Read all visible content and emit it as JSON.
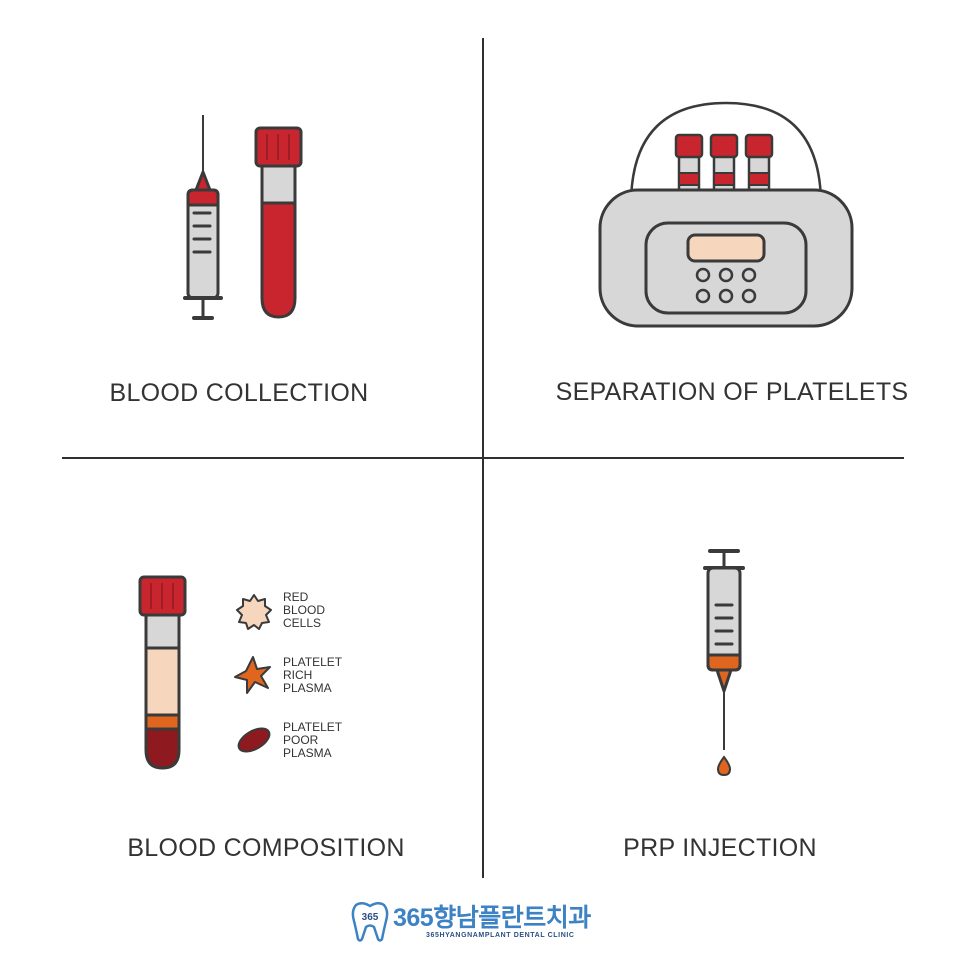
{
  "panels": {
    "top_left": {
      "title": "BLOOD COLLECTION"
    },
    "top_right": {
      "title": "SEPARATION OF PLATELETS"
    },
    "bottom_left": {
      "title": "BLOOD COMPOSITION",
      "legend": [
        {
          "lines": [
            "RED",
            "BLOOD",
            "CELLS"
          ],
          "icon": "red-blood-cells-icon"
        },
        {
          "lines": [
            "PLATELET",
            "RICH",
            "PLASMA"
          ],
          "icon": "platelet-rich-plasma-icon"
        },
        {
          "lines": [
            "PLATELET",
            "POOR",
            "PLASMA"
          ],
          "icon": "platelet-poor-plasma-icon"
        }
      ]
    },
    "bottom_right": {
      "title": "PRP INJECTION"
    }
  },
  "logo": {
    "badge": "365",
    "name": "365향남플란트치과",
    "subtitle": "365HYANGNAMPLANT DENTAL CLINIC"
  },
  "colors": {
    "red": "#c9252f",
    "dark_red": "#8e1a1f",
    "grey": "#d7d7d7",
    "outline": "#3a3a3a",
    "peach": "#f6d6bd",
    "orange": "#e0651f",
    "blue": "#3d82c4"
  }
}
